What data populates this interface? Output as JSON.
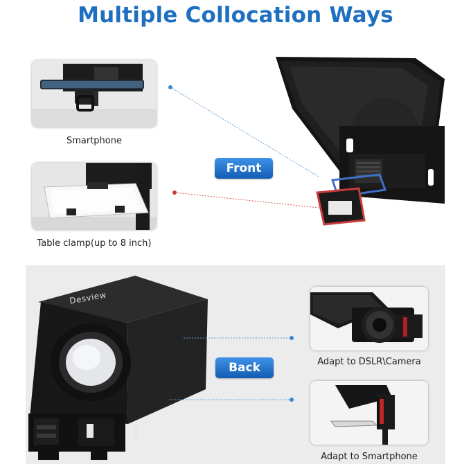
{
  "title": "Multiple Collocation Ways",
  "labels": {
    "front": "Front",
    "back": "Back"
  },
  "captions": {
    "smartphone": "Smartphone",
    "table_clamp": "Table clamp(up to 8 inch)",
    "dslr": "Adapt to DSLR\\Camera",
    "adapt_smartphone": "Adapt to Smartphone"
  },
  "brand": "Desview",
  "colors": {
    "title": "#1f6fc0",
    "pill": "#2a7bd3",
    "blue_line": "#5b9bd5",
    "red_line": "#d9534f"
  }
}
